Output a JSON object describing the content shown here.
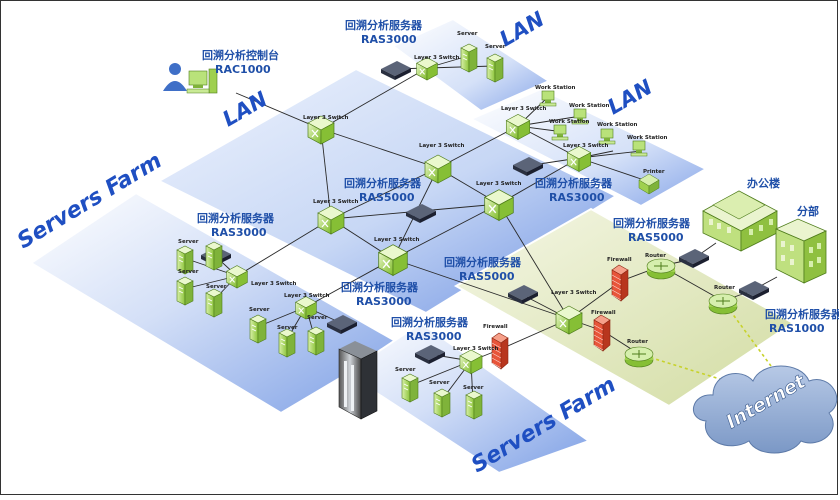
{
  "zones": {
    "lan_top": "LAN",
    "lan_right": "LAN",
    "lan_left": "LAN",
    "servers_farm_left": "Servers Farm",
    "servers_farm_bottom": "Servers Farm",
    "internet": "Internet"
  },
  "buildings": {
    "office": "办公楼",
    "branch": "分部"
  },
  "servers": {
    "rac_name": "回溯分析控制台",
    "rac_model": "RAC1000",
    "top_name": "回溯分析服务器",
    "top_model": "RAS3000",
    "center_name": "回溯分析服务器",
    "center_model": "RAS5000",
    "right_name": "回溯分析服务器",
    "right_model": "RAS3000",
    "left_name": "回溯分析服务器",
    "left_model": "RAS3000",
    "mid_name": "回溯分析服务器",
    "mid_model": "RAS5000",
    "lowmid_name": "回溯分析服务器",
    "lowmid_model": "RAS3000",
    "bottom_name": "回溯分析服务器",
    "bottom_model": "RAS3000",
    "edge_name": "回溯分析服务器",
    "edge_model": "RAS5000",
    "branch_name": "回溯分析服务器",
    "branch_model": "RAS1000"
  },
  "devices": {
    "layer3_switch": "Layer 3 Switch",
    "server": "Server",
    "work_station": "Work Station",
    "printer": "Printer",
    "firewall": "Firewall",
    "router": "Router"
  },
  "colors": {
    "lan_blue": "#c9d9f7",
    "label_blue": "#1f4fc2",
    "dmz_green": "#dfe6b8",
    "switch_green": "#9fd24a",
    "firewall_red": "#e8553a",
    "cloud": "#8fa8cf"
  }
}
